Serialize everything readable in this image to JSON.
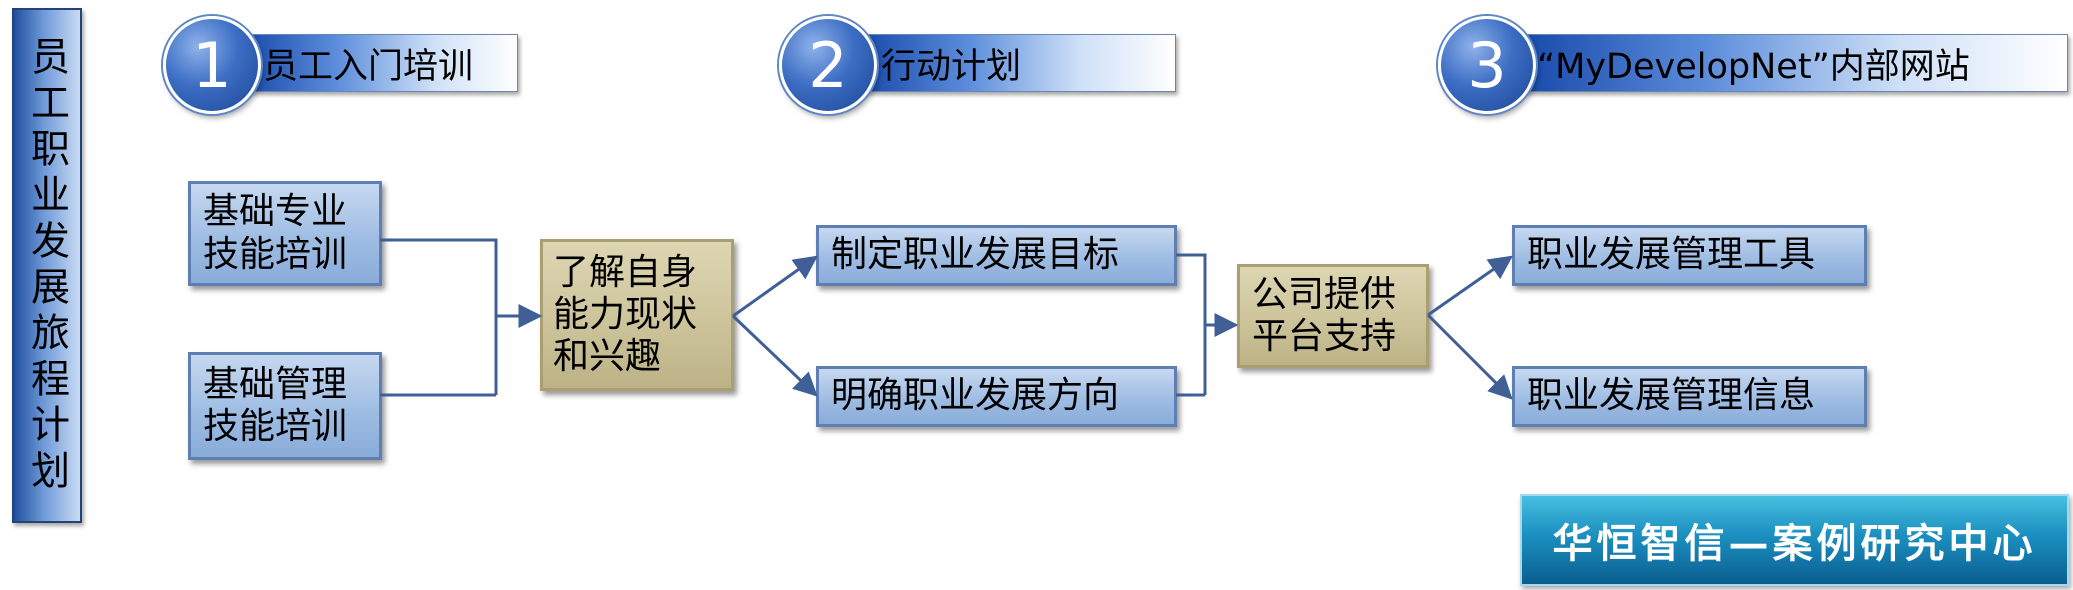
{
  "side_title": "员工职业发展旅程计划",
  "steps": [
    {
      "number": "1",
      "label": "员工入门培训"
    },
    {
      "number": "2",
      "label": "行动计划"
    },
    {
      "number": "3",
      "label": "“MyDevelopNet”内部网站"
    }
  ],
  "boxes": {
    "basic_pro": "基础专业技能培训",
    "basic_mgmt": "基础管理技能培训",
    "self_understand": "了解自身能力现状和兴趣",
    "set_goal": "制定职业发展目标",
    "clarify_direction": "明确职业发展方向",
    "company_platform": "公司提供平台支持",
    "mgmt_tools": "职业发展管理工具",
    "mgmt_info": "职业发展管理信息"
  },
  "brand": "华恒智信—案例研究中心",
  "colors": {
    "blue_box": "#9fbde3",
    "tan_box": "#cbc299",
    "connector": "#3f5f96",
    "brand_bg": "#1a8fc0"
  }
}
